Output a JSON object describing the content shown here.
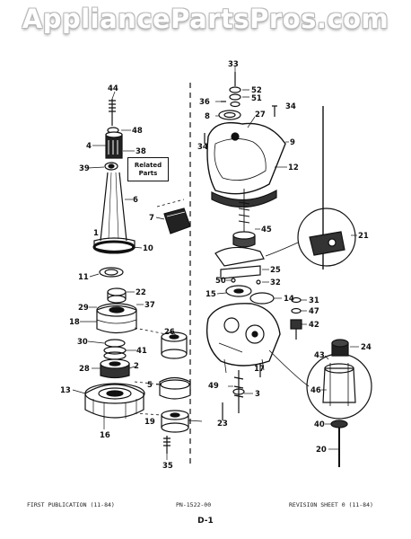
{
  "watermark": "AppliancePartsPros.com",
  "related_parts": {
    "line1": "Related",
    "line2": "Parts"
  },
  "callouts": {
    "c1": "1",
    "c2": "2",
    "c3": "3",
    "c4": "4",
    "c5": "5",
    "c6": "6",
    "c7": "7",
    "c8": "8",
    "c9": "9",
    "c10": "10",
    "c11": "11",
    "c12": "12",
    "c13": "13",
    "c14": "14",
    "c15": "15",
    "c16": "16",
    "c17": "17",
    "c18": "18",
    "c19": "19",
    "c20": "20",
    "c21": "21",
    "c22": "22",
    "c23": "23",
    "c24": "24",
    "c25": "25",
    "c26": "26",
    "c27": "27",
    "c28": "28",
    "c29": "29",
    "c30": "30",
    "c31": "31",
    "c32": "32",
    "c33": "33",
    "c34a": "34",
    "c34b": "34",
    "c35": "35",
    "c36": "36",
    "c37": "37",
    "c38": "38",
    "c39": "39",
    "c40": "40",
    "c41": "41",
    "c42": "42",
    "c43": "43",
    "c44": "44",
    "c45": "45",
    "c46": "46",
    "c47": "47",
    "c48": "48",
    "c49": "49",
    "c50": "50",
    "c51": "51",
    "c52": "52"
  },
  "footer": {
    "left": "FIRST PUBLICATION (11-84)",
    "center": "PN-1522-00",
    "right": "REVISION SHEET 0 (11-84)"
  },
  "page_label": "D-1"
}
